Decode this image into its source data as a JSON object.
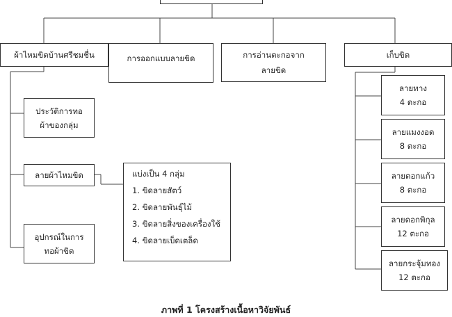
{
  "branches": [
    {
      "label": "ผ้าไหมขิดบ้านศรีชมชื่น"
    },
    {
      "label": "การออกแบบลายขิด"
    },
    {
      "label": "การอ่านตะกอจาก ลายขิด"
    },
    {
      "label": "เก็บขิด"
    }
  ],
  "sub_items": [
    {
      "lines": [
        "ประวัติการทอ",
        "ผ้าของกลุ่ม"
      ]
    },
    {
      "lines": [
        "ลายผ้าไหมขิด"
      ]
    },
    {
      "lines": [
        "อุปกรณ์ในการ",
        "ทอผ้าขิด"
      ]
    }
  ],
  "pattern_groups": {
    "heading": "แบ่งเป็น 4 กลุ่ม",
    "items": [
      "1. ขิดลายสัตว์",
      "2. ขิดลายพันธุ์ไม้",
      "3. ขิดลายสิ่งของเครื่องใช้",
      "4. ขิดลายเบ็ดเตล็ด"
    ]
  },
  "patterns": [
    {
      "name": "ลายทาง",
      "count": "4 ตะกอ"
    },
    {
      "name": "ลายแมงงอด",
      "count": "8 ตะกอ"
    },
    {
      "name": "ลายดอกแก้ว",
      "count": "8 ตะกอ"
    },
    {
      "name": "ลายดอกพิกุล",
      "count": "12 ตะกอ"
    },
    {
      "name": "ลายกระจุ้มทอง",
      "count": "12 ตะกอ"
    }
  ],
  "caption": "ภาพที่ 1 โครงสร้างเนื้อหาวิจัยพันธ์"
}
